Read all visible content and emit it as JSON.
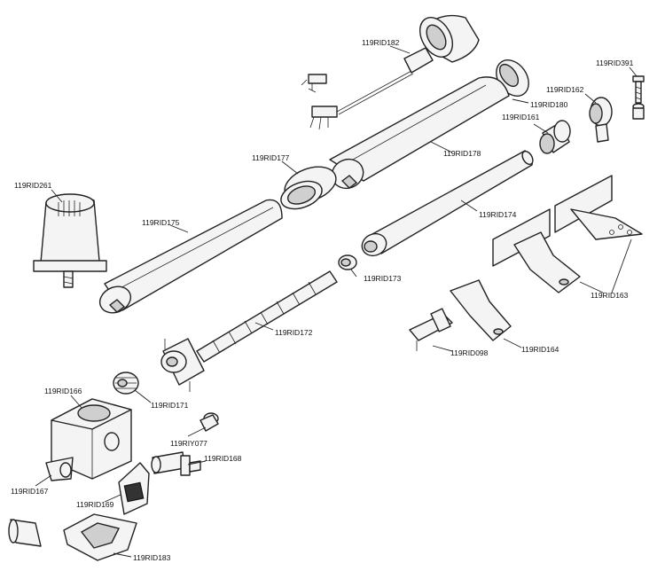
{
  "parts": [
    {
      "id": "p182",
      "label": "119RID182"
    },
    {
      "id": "p391",
      "label": "119RID391"
    },
    {
      "id": "p180",
      "label": "119RID180"
    },
    {
      "id": "p162",
      "label": "119RID162"
    },
    {
      "id": "p161",
      "label": "119RID161"
    },
    {
      "id": "p178",
      "label": "119RID178"
    },
    {
      "id": "p177",
      "label": "119RID177"
    },
    {
      "id": "p261",
      "label": "119RID261"
    },
    {
      "id": "p175",
      "label": "119RID175"
    },
    {
      "id": "p174",
      "label": "119RID174"
    },
    {
      "id": "p173",
      "label": "119RID173"
    },
    {
      "id": "p163",
      "label": "119RID163"
    },
    {
      "id": "p172",
      "label": "119RID172"
    },
    {
      "id": "p098",
      "label": "119RID098"
    },
    {
      "id": "p164",
      "label": "119RID164"
    },
    {
      "id": "p166",
      "label": "119RID166"
    },
    {
      "id": "p171",
      "label": "119RID171"
    },
    {
      "id": "p077",
      "label": "119RIY077"
    },
    {
      "id": "p168",
      "label": "119RID168"
    },
    {
      "id": "p167",
      "label": "119RID167"
    },
    {
      "id": "p169",
      "label": "119RID169"
    },
    {
      "id": "p183",
      "label": "119RID183"
    }
  ]
}
